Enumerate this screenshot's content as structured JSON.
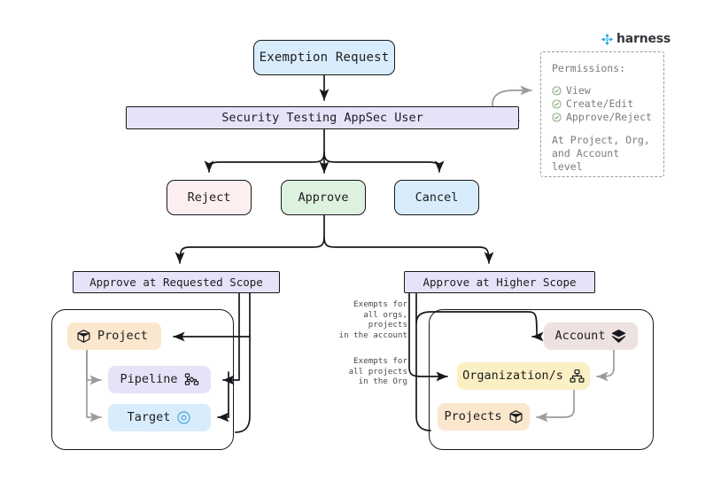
{
  "brand": {
    "name": "harness",
    "logo_icon": "harness-diamond-icon",
    "accent_color": "#29a9e0",
    "text_color": "#33373c"
  },
  "diagram": {
    "title_node": {
      "label": "Exemption Request",
      "color": "#d9ecfb"
    },
    "user_node": {
      "label": "Security Testing AppSec User",
      "color": "#e6e3f8"
    },
    "actions": [
      {
        "label": "Reject",
        "color": "#fdeff0",
        "name": "reject"
      },
      {
        "label": "Approve",
        "color": "#ddf2de",
        "name": "approve"
      },
      {
        "label": "Cancel",
        "color": "#d9ecfb",
        "name": "cancel"
      }
    ],
    "scopes": [
      {
        "label": "Approve at Requested Scope",
        "color": "#e6e3f8",
        "name": "requested-scope"
      },
      {
        "label": "Approve at Higher Scope",
        "color": "#e6e3f8",
        "name": "higher-scope"
      }
    ],
    "requested_scope_entities": [
      {
        "label": "Project",
        "icon": "cube-icon",
        "color": "#fbe7cd"
      },
      {
        "label": "Pipeline",
        "icon": "pipeline-nodes-icon",
        "color": "#e6e3f8"
      },
      {
        "label": "Target",
        "icon": "target-circle-icon",
        "color": "#d9ecfb"
      }
    ],
    "higher_scope_entities": [
      {
        "label": "Account",
        "icon": "layers-icon",
        "color": "#eee2e0"
      },
      {
        "label": "Organization/s",
        "icon": "org-chart-icon",
        "color": "#fbf0c4"
      },
      {
        "label": "Projects",
        "icon": "cube-icon",
        "color": "#fbe7cd"
      }
    ],
    "edge_notes": [
      {
        "text": "Exempts for\nall orgs, projects\nin the account",
        "name": "exempt-account-note"
      },
      {
        "text": "Exempts for\nall projects\nin the Org",
        "name": "exempt-org-note"
      }
    ]
  },
  "permissions": {
    "title": "Permissions:",
    "items": [
      {
        "label": "View",
        "icon": "check-circle-icon"
      },
      {
        "label": "Create/Edit",
        "icon": "check-circle-icon"
      },
      {
        "label": "Approve/Reject",
        "icon": "check-circle-icon"
      }
    ],
    "footnote": "At Project, Org,\nand Account level",
    "check_color": "#7aa06a",
    "text_color": "#7b7b7b"
  }
}
